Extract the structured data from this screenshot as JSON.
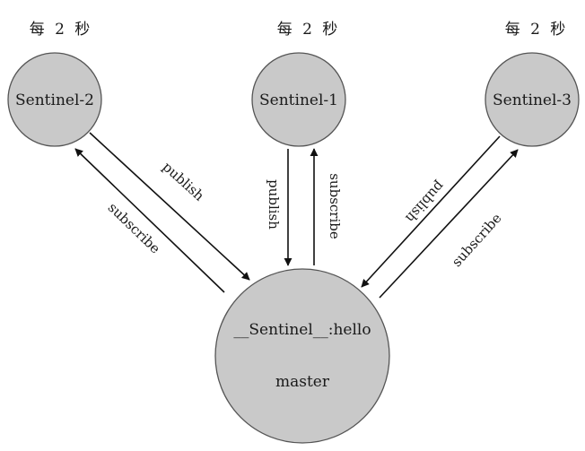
{
  "interval_labels": {
    "sentinel_2": "每 2 秒",
    "sentinel_1": "每 2 秒",
    "sentinel_3": "每 2 秒"
  },
  "nodes": {
    "sentinel_2": "Sentinel-2",
    "sentinel_1": "Sentinel-1",
    "sentinel_3": "Sentinel-3",
    "master_channel": "__Sentinel__:hello",
    "master_label": "master"
  },
  "edges": {
    "s2_publish": "publish",
    "s2_subscribe": "subscribe",
    "s1_publish": "publish",
    "s1_subscribe": "subscribe",
    "s3_publish": "publish",
    "s3_subscribe": "subscribe"
  },
  "colors": {
    "node_fill": "#c9c9c9",
    "node_stroke": "#555555",
    "arrow": "#111111"
  }
}
